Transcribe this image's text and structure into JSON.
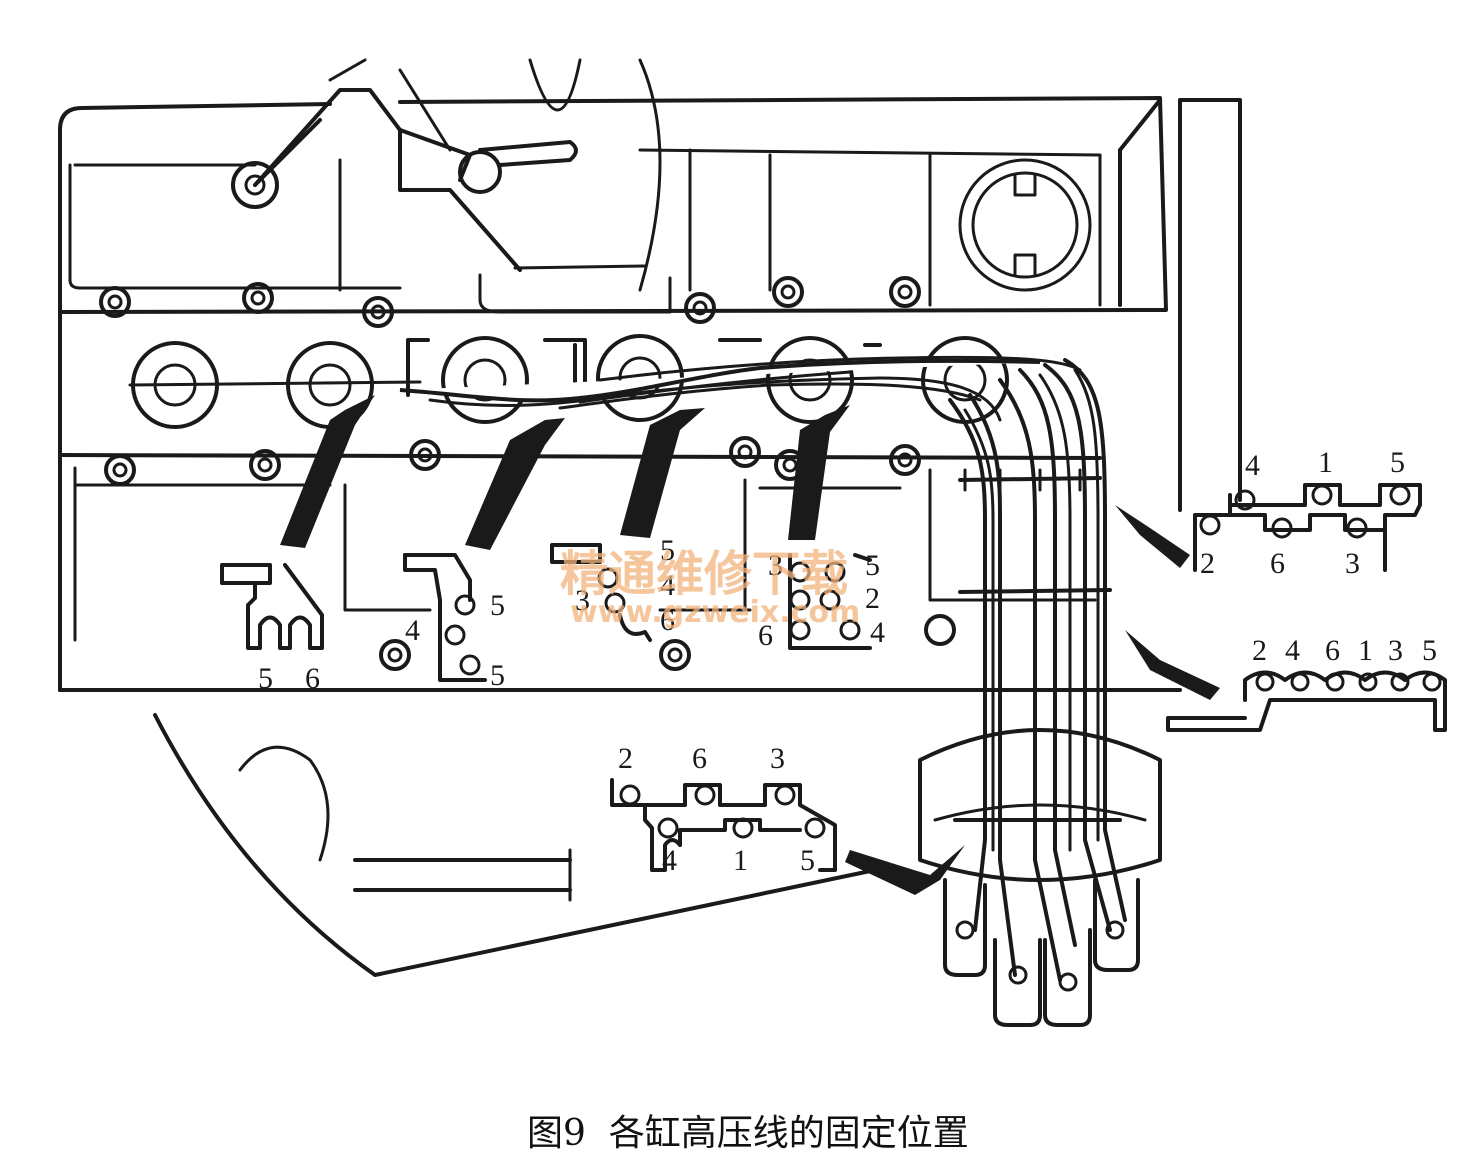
{
  "caption": "图9  各缸高压线的固定位置",
  "watermark": {
    "name": "精通维修下载",
    "url": "www.gzweix.com"
  },
  "colors": {
    "ink": "#1a1a1a",
    "watermark": "#f2b27a"
  },
  "clips": {
    "clip_a": {
      "bottom": [
        "5",
        "6"
      ]
    },
    "clip_b": {
      "labels": [
        "5",
        "4",
        "5"
      ]
    },
    "clip_c": {
      "labels": [
        "5",
        "4",
        "3",
        "6"
      ]
    },
    "clip_d": {
      "labels": [
        "3",
        "5",
        "2",
        "6",
        "4"
      ]
    },
    "clip_right_upper": {
      "top": [
        "4",
        "1",
        "5"
      ],
      "bottom": [
        "2",
        "6",
        "3"
      ]
    },
    "clip_right_lower": {
      "top": [
        "2",
        "4",
        "6",
        "1",
        "3",
        "5"
      ]
    },
    "clip_bottom": {
      "top": [
        "2",
        "6",
        "3"
      ],
      "bottom": [
        "4",
        "1",
        "5"
      ]
    }
  }
}
